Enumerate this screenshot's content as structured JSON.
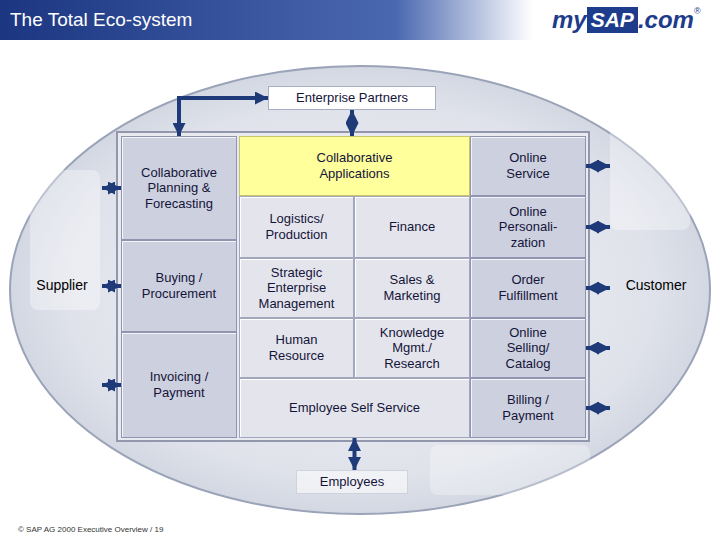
{
  "diagram": {
    "title": "The Total Eco-system",
    "nodes": [
      {
        "text": [
          "Enterprise Partners"
        ]
      },
      {
        "text": [
          "Supplier"
        ]
      },
      {
        "text": [
          "Collaborative Planning & Forecasting"
        ]
      },
      {
        "text": [
          "Buying / Procurement"
        ]
      },
      {
        "text": [
          "Invoicing / Payment"
        ]
      },
      {
        "text": [
          "Collaborative Applications"
        ]
      },
      {
        "text": [
          "Online Service"
        ]
      },
      {
        "text": [
          "Logistics/ Production"
        ]
      },
      {
        "text": [
          "Finance"
        ]
      },
      {
        "text": [
          "Online Personali- zation"
        ]
      },
      {
        "text": [
          "Strategic Enterprise Management"
        ]
      },
      {
        "text": [
          "Sales & Marketing"
        ]
      },
      {
        "text": [
          "Order Fulfillment"
        ]
      },
      {
        "text": [
          "Customer"
        ]
      },
      {
        "text": [
          "Human Resource"
        ]
      },
      {
        "text": [
          "Knowledge Mgmt./ Research"
        ]
      },
      {
        "text": [
          "Online Selling/ Catalog"
        ]
      },
      {
        "text": [
          "Employee Self Service"
        ]
      },
      {
        "text": [
          "Billing / Payment"
        ]
      },
      {
        "text": [
          "Employees"
        ]
      }
    ],
    "edges": [
      {
        "from": 0,
        "to": 2,
        "arrow": "both"
      },
      {
        "from": 0,
        "to": 5,
        "arrow": "both"
      },
      {
        "from": 2,
        "to": 1,
        "arrow": "both"
      },
      {
        "from": 3,
        "to": 1,
        "arrow": "both"
      },
      {
        "from": 4,
        "to": 1,
        "arrow": "both"
      },
      {
        "from": 6,
        "to": 13,
        "arrow": "both"
      },
      {
        "from": 9,
        "to": 13,
        "arrow": "both"
      },
      {
        "from": 12,
        "to": 13,
        "arrow": "both"
      },
      {
        "from": 16,
        "to": 13,
        "arrow": "both"
      },
      {
        "from": 18,
        "to": 13,
        "arrow": "both"
      },
      {
        "from": 17,
        "to": 19,
        "arrow": "both"
      }
    ],
    "labels": [
      "my",
      "SAP",
      ".com",
      "®",
      "© SAP AG 2000 Executive Overview / 19"
    ]
  }
}
